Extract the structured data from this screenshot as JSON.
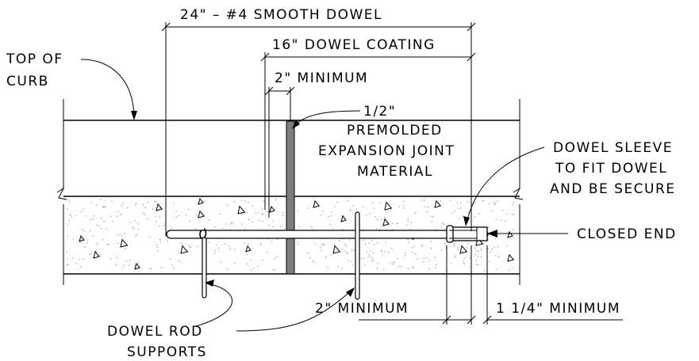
{
  "labels": {
    "dowel_length": "24\" – #4 SMOOTH DOWEL",
    "dowel_coating": "16\" DOWEL COATING",
    "min_2_top": "2\" MINIMUM",
    "top_of_curb_1": "TOP OF",
    "top_of_curb_2": "CURB",
    "joint_1": "1/2\"",
    "joint_2": "PREMOLDED",
    "joint_3": "EXPANSION JOINT",
    "joint_4": "MATERIAL",
    "sleeve_1": "DOWEL SLEEVE",
    "sleeve_2": "TO FIT DOWEL",
    "sleeve_3": "AND BE SECURE",
    "closed_end": "CLOSED END",
    "min_2_bottom": "2\" MINIMUM",
    "min_1_25": "1 1/4\" MINIMUM",
    "supports_1": "DOWEL ROD",
    "supports_2": "SUPPORTS"
  }
}
